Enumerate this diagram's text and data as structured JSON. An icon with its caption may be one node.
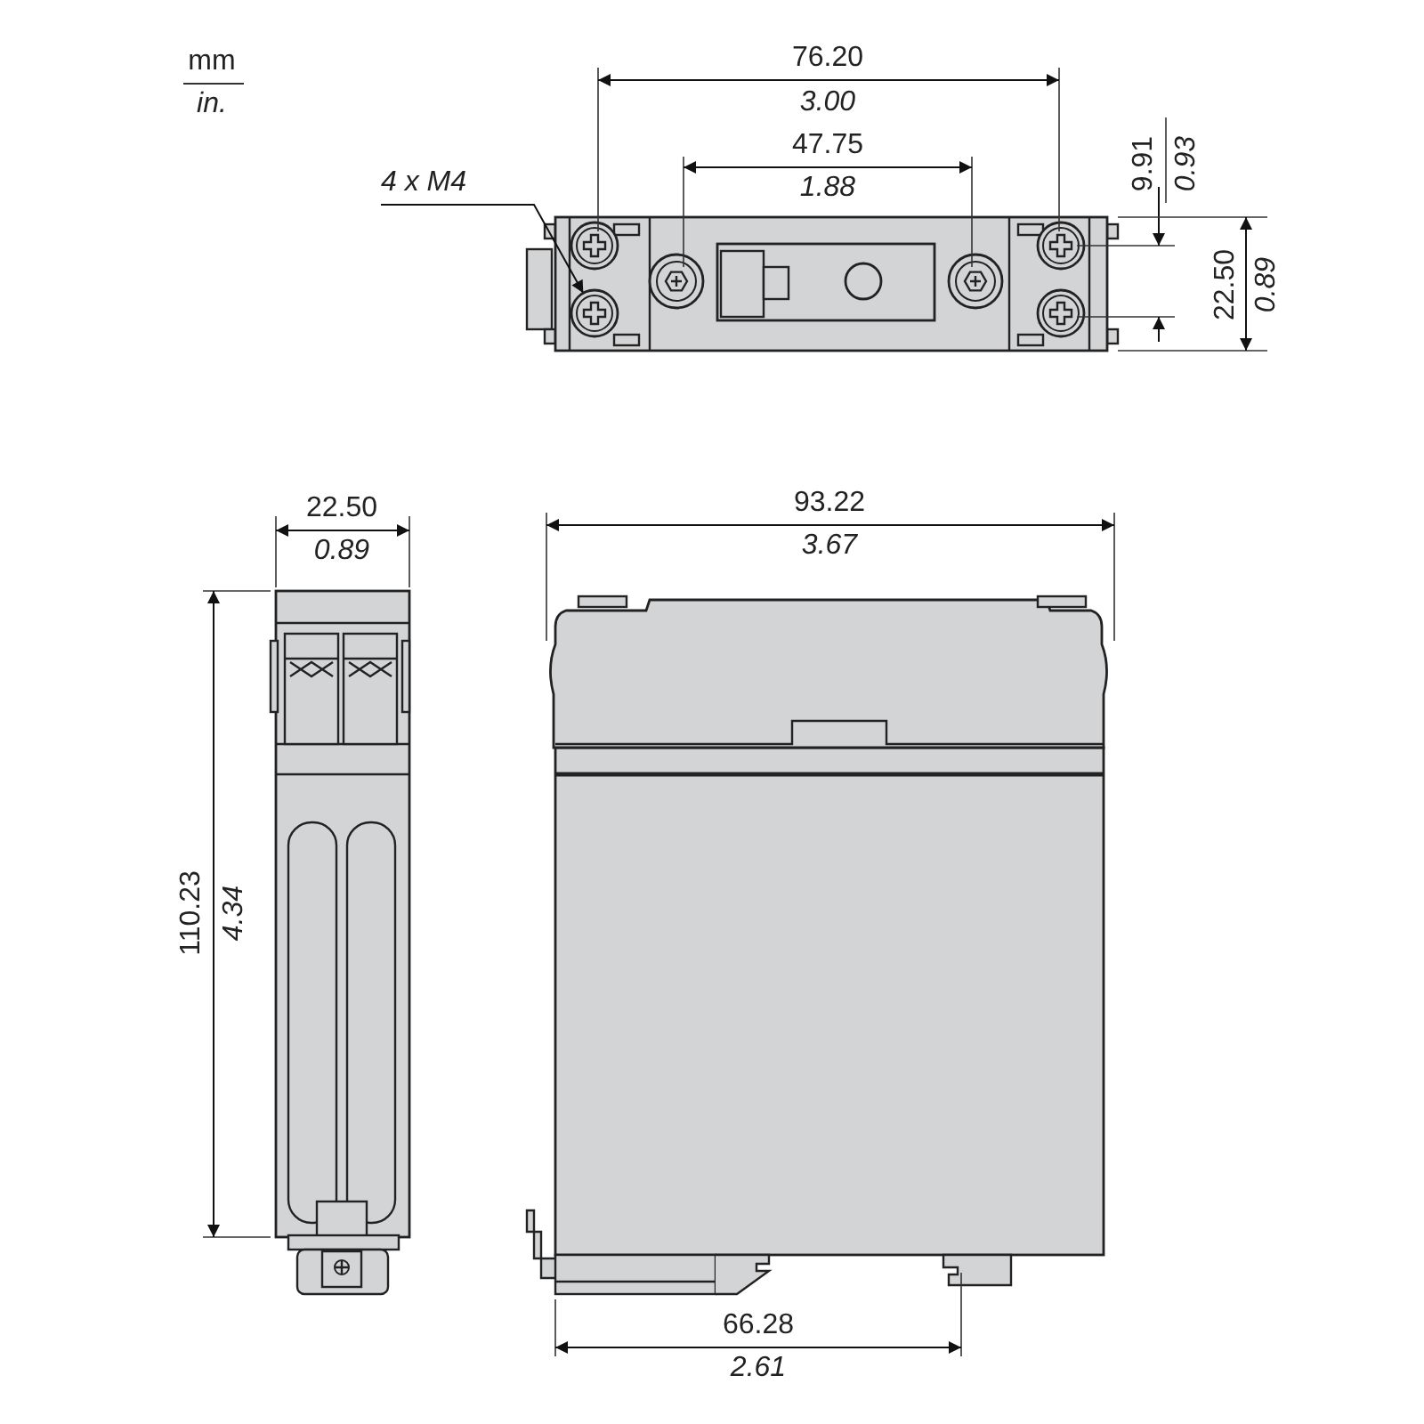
{
  "diagram": {
    "nodes": [
      {
        "text": [
          "4 x M4"
        ]
      },
      {
        "text": [],
        "shape": "circle"
      }
    ],
    "edges": [
      {
        "from": 0,
        "to": 1,
        "arrow": "to"
      }
    ],
    "labels": [
      "mm",
      "in.",
      "76.20",
      "3.00",
      "47.75",
      "1.88",
      "9.91",
      "0.93",
      "22.50",
      "0.89",
      "22.50",
      "0.89",
      "93.22",
      "3.67",
      "110.23",
      "4.34",
      "66.28",
      "2.61"
    ]
  }
}
